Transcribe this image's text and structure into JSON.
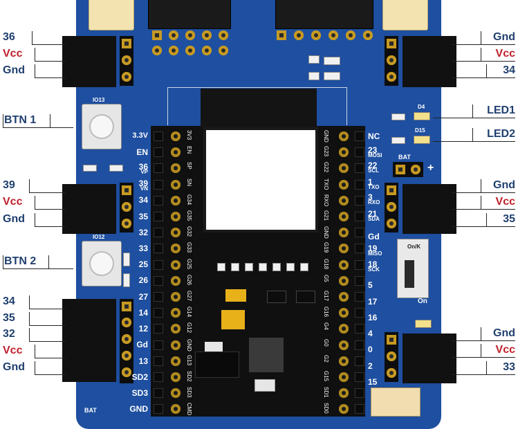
{
  "left_callouts": [
    {
      "text": "36",
      "color": "#1f3f6e"
    },
    {
      "text": "Vcc",
      "color": "#c0202a"
    },
    {
      "text": "Gnd",
      "color": "#1f3f6e"
    },
    {
      "text": "BTN 1",
      "color": "#1f3f6e"
    },
    {
      "text": "39",
      "color": "#1f3f6e"
    },
    {
      "text": "Vcc",
      "color": "#c0202a"
    },
    {
      "text": "Gnd",
      "color": "#1f3f6e"
    },
    {
      "text": "BTN 2",
      "color": "#1f3f6e"
    },
    {
      "text": "34",
      "color": "#1f3f6e"
    },
    {
      "text": "35",
      "color": "#1f3f6e"
    },
    {
      "text": "32",
      "color": "#1f3f6e"
    },
    {
      "text": "Vcc",
      "color": "#c0202a"
    },
    {
      "text": "Gnd",
      "color": "#1f3f6e"
    }
  ],
  "right_callouts": [
    {
      "text": "Gnd",
      "color": "#1f3f6e"
    },
    {
      "text": "Vcc",
      "color": "#c0202a"
    },
    {
      "text": "34",
      "color": "#1f3f6e"
    },
    {
      "text": "LED1",
      "color": "#1f3f6e"
    },
    {
      "text": "LED2",
      "color": "#1f3f6e"
    },
    {
      "text": "Gnd",
      "color": "#1f3f6e"
    },
    {
      "text": "Vcc",
      "color": "#c0202a"
    },
    {
      "text": "35",
      "color": "#1f3f6e"
    },
    {
      "text": "Gnd",
      "color": "#1f3f6e"
    },
    {
      "text": "Vcc",
      "color": "#c0202a"
    },
    {
      "text": "33",
      "color": "#1f3f6e"
    }
  ],
  "board_left_pins": [
    "3.3V",
    "EN",
    "36",
    "VP",
    "39",
    "VN",
    "34",
    "35",
    "32",
    "33",
    "25",
    "26",
    "27",
    "14",
    "12",
    "Gd",
    "13",
    "SD2",
    "SD3",
    "GND"
  ],
  "board_right_pins": [
    "NC",
    "23",
    "MOSI",
    "22",
    "SCL",
    "1",
    "TXO",
    "3",
    "RXO",
    "21",
    "SDA",
    "Gd",
    "19",
    "MISO",
    "18",
    "SCK",
    "5",
    "17",
    "16",
    "4",
    "0",
    "2",
    "15"
  ],
  "module_left_labels": [
    "3V3",
    "EN",
    "SP",
    "SN",
    "G34",
    "G35",
    "G32",
    "G33",
    "G25",
    "G26",
    "G27",
    "G14",
    "G12",
    "GND",
    "G13",
    "SD2",
    "SD3",
    "CMD"
  ],
  "module_right_labels": [
    "GND",
    "G23",
    "G22",
    "TXO",
    "RXO",
    "G21",
    "GND",
    "G19",
    "G18",
    "G5",
    "G17",
    "G16",
    "G4",
    "G0",
    "G2",
    "G15",
    "SD1",
    "SD0"
  ],
  "silk": {
    "io13": "IO13",
    "io12": "IO12",
    "d4": "D4",
    "d15": "D15",
    "bat_top": "BAT",
    "bat_plus": "+",
    "bat_bottom": "BAT",
    "gnd_bottom": "GND",
    "switch": "On/K",
    "switch_label": "On"
  },
  "colors": {
    "board": "#1e4fa0",
    "label_blue": "#1f3f6e",
    "label_red": "#c0202a"
  }
}
